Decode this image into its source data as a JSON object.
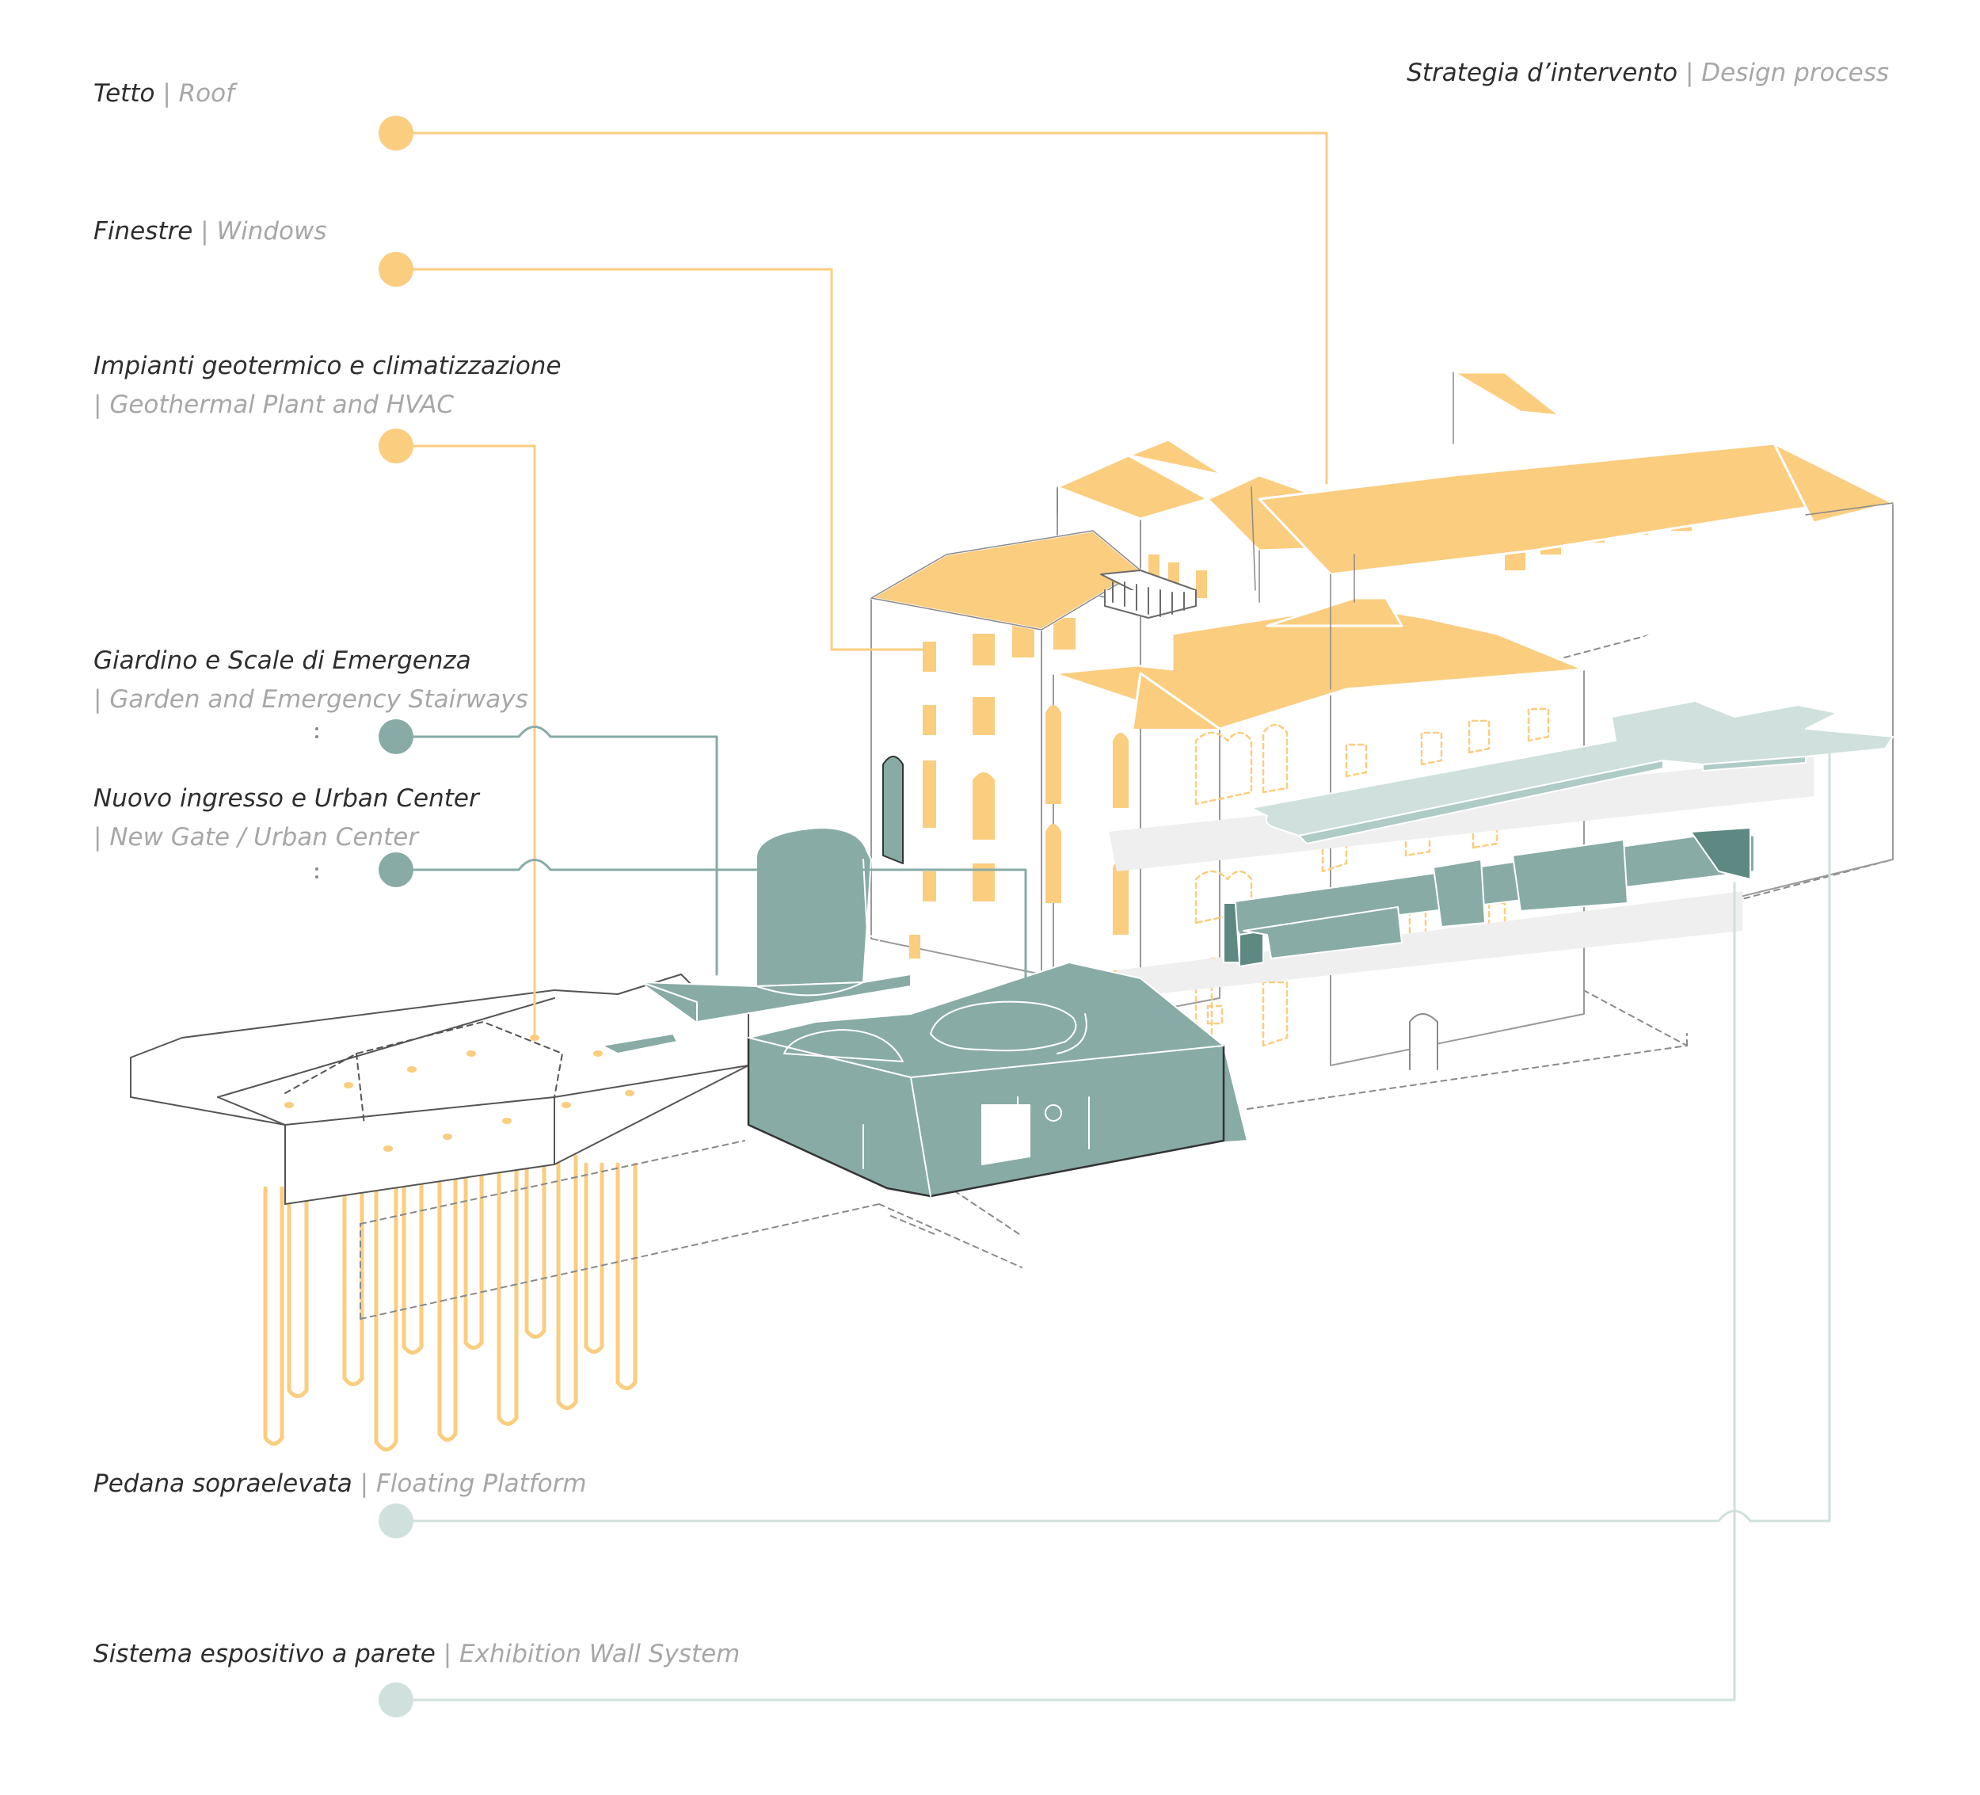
{
  "header": {
    "it": "Strategia d’intervento",
    "en": "Design process"
  },
  "separator": "|",
  "legend": [
    {
      "id": "roof",
      "it": "Tetto",
      "en": "Roof",
      "color": "#fbcd7f"
    },
    {
      "id": "windows",
      "it": "Finestre",
      "en": "Windows",
      "color": "#fbcd7f"
    },
    {
      "id": "hvac",
      "it": "Impianti geotermico e climatizzazione",
      "en": "Geothermal Plant and HVAC",
      "color": "#fbcd7f"
    },
    {
      "id": "garden",
      "it": "Giardino e Scale di Emergenza",
      "en": "Garden and Emergency Stairways",
      "color": "#88aba6"
    },
    {
      "id": "gate",
      "it": "Nuovo ingresso e Urban Center",
      "en": "New Gate / Urban Center",
      "color": "#88aba6"
    },
    {
      "id": "platform",
      "it": "Pedana sopraelevata",
      "en": "Floating Platform",
      "color": "#cfe0dd"
    },
    {
      "id": "wall",
      "it": "Sistema espositivo a parete",
      "en": "Exhibition Wall System",
      "color": "#cfe0dd"
    }
  ],
  "colors": {
    "yellow": "#fbcd7f",
    "teal": "#88aba6",
    "light_teal": "#cfe0dd",
    "line": "#6b6b6b",
    "text": "#2e2e2e",
    "muted": "#a7a7a7"
  }
}
